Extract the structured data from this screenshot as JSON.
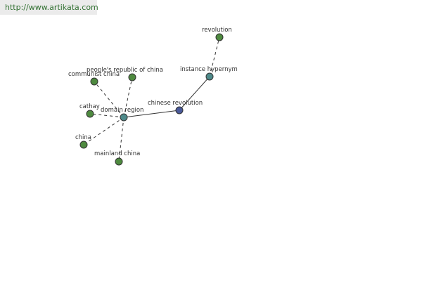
{
  "source_url": "http://www.artikata.com",
  "colors": {
    "leaf": "#4e8a3f",
    "hub": "#4e8a8a",
    "focus": "#4a5a9a",
    "edge": "#333333"
  },
  "nodes": {
    "revolution": {
      "label": "revolution",
      "kind": "leaf"
    },
    "instance_hypernym": {
      "label": "instance hypernym",
      "kind": "hub"
    },
    "chinese_revolution": {
      "label": "chinese revolution",
      "kind": "focus"
    },
    "domain_region": {
      "label": "domain region",
      "kind": "hub"
    },
    "communist_china": {
      "label": "communist china",
      "kind": "leaf"
    },
    "peoples_republic_of_china": {
      "label": "people's republic of china",
      "kind": "leaf"
    },
    "cathay": {
      "label": "cathay",
      "kind": "leaf"
    },
    "china": {
      "label": "china",
      "kind": "leaf"
    },
    "mainland_china": {
      "label": "mainland china",
      "kind": "leaf"
    }
  },
  "edges": [
    {
      "from": "chinese_revolution",
      "to": "instance_hypernym",
      "style": "solid"
    },
    {
      "from": "instance_hypernym",
      "to": "revolution",
      "style": "dashed"
    },
    {
      "from": "chinese_revolution",
      "to": "domain_region",
      "style": "solid"
    },
    {
      "from": "domain_region",
      "to": "communist_china",
      "style": "dashed"
    },
    {
      "from": "domain_region",
      "to": "peoples_republic_of_china",
      "style": "dashed"
    },
    {
      "from": "domain_region",
      "to": "cathay",
      "style": "dashed"
    },
    {
      "from": "domain_region",
      "to": "china",
      "style": "dashed"
    },
    {
      "from": "domain_region",
      "to": "mainland_china",
      "style": "dashed"
    }
  ]
}
